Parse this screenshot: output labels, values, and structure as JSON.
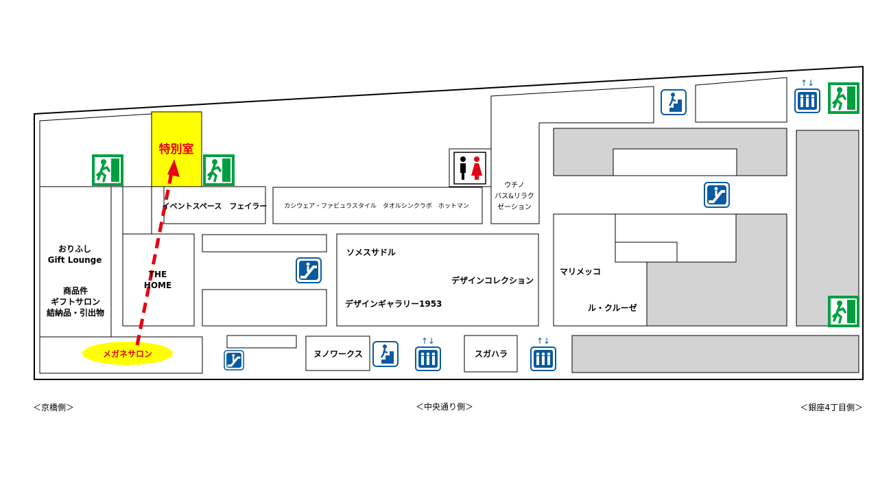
{
  "map": {
    "stores": {
      "special_room": "特別室",
      "orifushi_1": "おりふし",
      "orifushi_2": "Gift Lounge",
      "shohin_1": "商品件",
      "shohin_2": "ギフトサロン",
      "shohin_3": "結納品・引出物",
      "the_home_1": "THE",
      "the_home_2": "HOME",
      "event_space": "イベントスペース　フェイラー",
      "kashiwear": "カシウェア・ファビュラスタイル　タオルシンクラボ　ホットマン",
      "uchino_1": "ウチノ",
      "uchino_2": "バス&リラク",
      "uchino_3": "ゼーション",
      "somes": "ソメスサドル",
      "design_collection": "デザインコレクション",
      "design_gallery": "デザインギャラリー1953",
      "marimekko": "マリメッコ",
      "le_creuset": "ル・クルーゼ",
      "megane": "メガネサロン",
      "nuno": "ヌノワークス",
      "sugahara": "スガハラ"
    },
    "directions": {
      "left": "＜京橋側＞",
      "center": "＜中央通り側＞",
      "right": "＜銀座4丁目側＞"
    },
    "colors": {
      "highlight_room": "#ffff00",
      "highlight_label": "#e60012",
      "route_arrow": "#e60012",
      "megane_ellipse": "#ffff00",
      "exit_green": "#00a040",
      "facility_blue": "#0a5aa0",
      "gray_area": "#d3d3d3"
    },
    "icons": [
      "emergency-exit-icon",
      "restroom-icon",
      "escalator-icon",
      "stairs-icon",
      "elevator-icon"
    ]
  }
}
